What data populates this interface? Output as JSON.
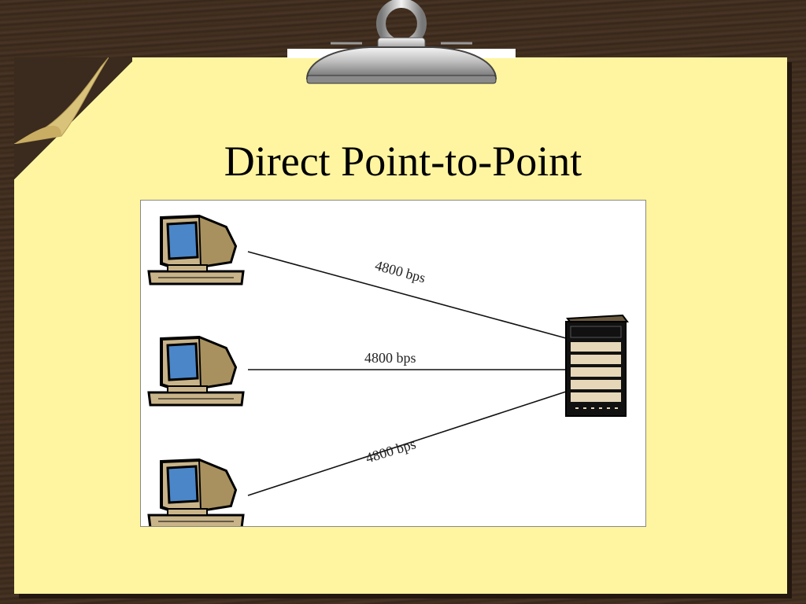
{
  "slide": {
    "title": "Direct Point-to-Point"
  },
  "diagram": {
    "nodes": [
      {
        "id": "terminal-1",
        "kind": "computer-terminal"
      },
      {
        "id": "terminal-2",
        "kind": "computer-terminal"
      },
      {
        "id": "terminal-3",
        "kind": "computer-terminal"
      },
      {
        "id": "host",
        "kind": "server-host"
      }
    ],
    "links": [
      {
        "from": "terminal-1",
        "to": "host",
        "label": "4800 bps"
      },
      {
        "from": "terminal-2",
        "to": "host",
        "label": "4800 bps"
      },
      {
        "from": "terminal-3",
        "to": "host",
        "label": "4800 bps"
      }
    ]
  },
  "colors": {
    "board": "#3b2a1e",
    "paper": "#fff5a0",
    "screen": "#4a86c8",
    "monitor": "#c9b48a"
  }
}
